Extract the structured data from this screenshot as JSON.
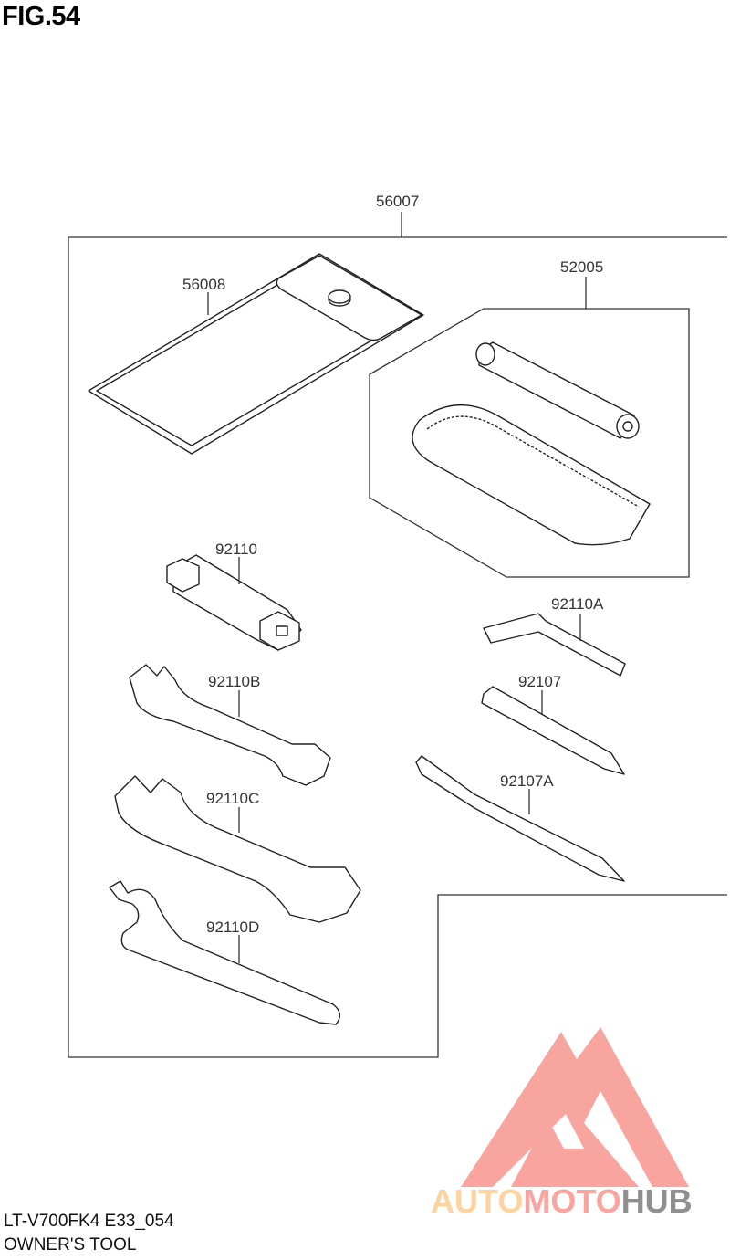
{
  "figure": {
    "title": "FIG.54",
    "model_code": "LT-V700FK4 E33_054",
    "caption": "OWNER'S TOOL"
  },
  "parts": {
    "kit": "56007",
    "bag": "56008",
    "pump_set": "52005",
    "box_wrench": "92110",
    "hex_key": "92110A",
    "wrench_b": "92110B",
    "screwdriver": "92107",
    "wrench_c": "92110C",
    "screwdriver_handle": "92107A",
    "spanner_d": "92110D"
  },
  "watermark": {
    "parts": [
      "AUTO",
      "MOTO",
      "HUB"
    ],
    "colors": [
      "#fdd29a",
      "#f9a09a",
      "#8a8a8a"
    ],
    "mark_color": "#f9a09a"
  }
}
